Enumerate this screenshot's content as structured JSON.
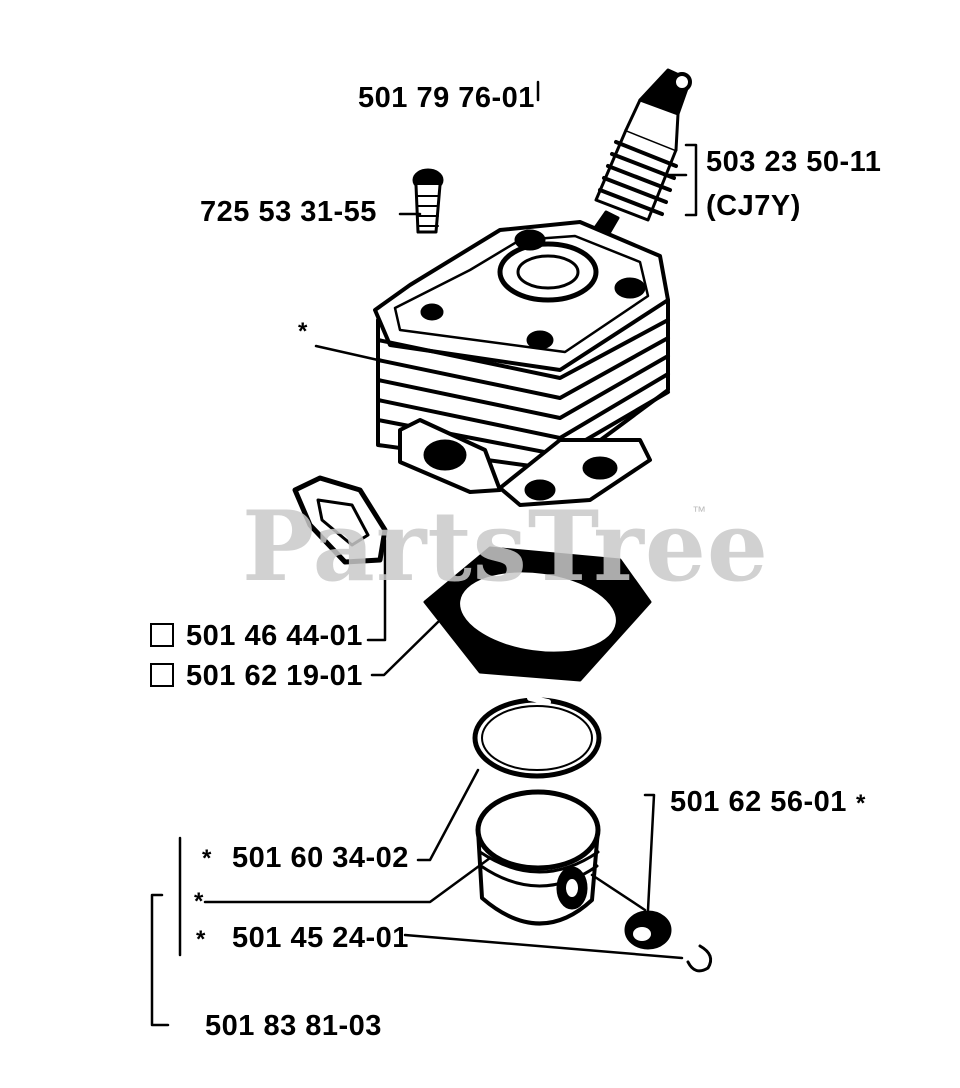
{
  "watermark": {
    "text": "PartsTree",
    "tm": "™"
  },
  "labels": {
    "spark_plug_top": "501 79 76-01",
    "spark_plug_part": "503 23 50-11",
    "spark_plug_type": "(CJ7Y)",
    "bolt": "725 53 31-55",
    "gasket_a": "501 46 44-01",
    "gasket_b": "501 62 19-01",
    "wrist_pin": "501 62 56-01",
    "piston_ring": "501 60 34-02",
    "circlip": "501 45 24-01",
    "piston_kit": "501 83 81-03"
  },
  "markers": {
    "asterisk": "*"
  }
}
